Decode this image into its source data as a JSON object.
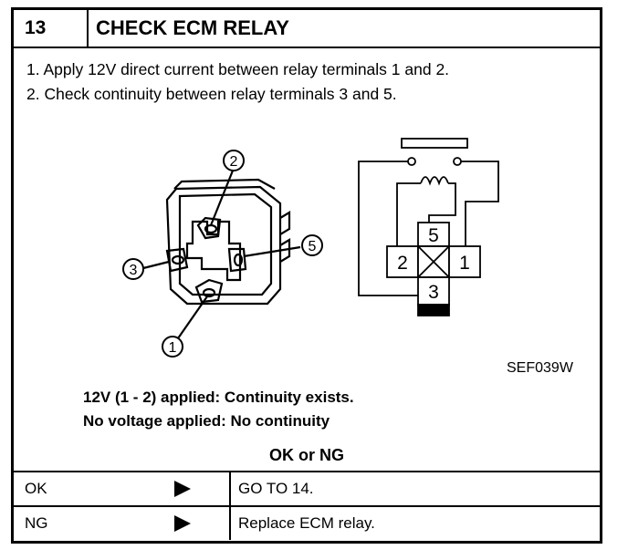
{
  "header": {
    "number": "13",
    "title": "CHECK ECM RELAY"
  },
  "steps": [
    "1.  Apply 12V direct current between relay terminals 1 and 2.",
    "2.  Check continuity between relay terminals 3 and 5."
  ],
  "figure": {
    "connector_terminals": [
      "2",
      "3",
      "5",
      "1"
    ],
    "relay_terminals": [
      "5",
      "2",
      "1",
      "3"
    ],
    "reference": "SEF039W"
  },
  "result_lines": [
    "12V (1 - 2) applied: Continuity exists.",
    "No voltage applied: No continuity"
  ],
  "question": "OK or NG",
  "outcomes": [
    {
      "result": "OK",
      "action": "GO TO 14."
    },
    {
      "result": "NG",
      "action": "Replace ECM relay."
    }
  ]
}
